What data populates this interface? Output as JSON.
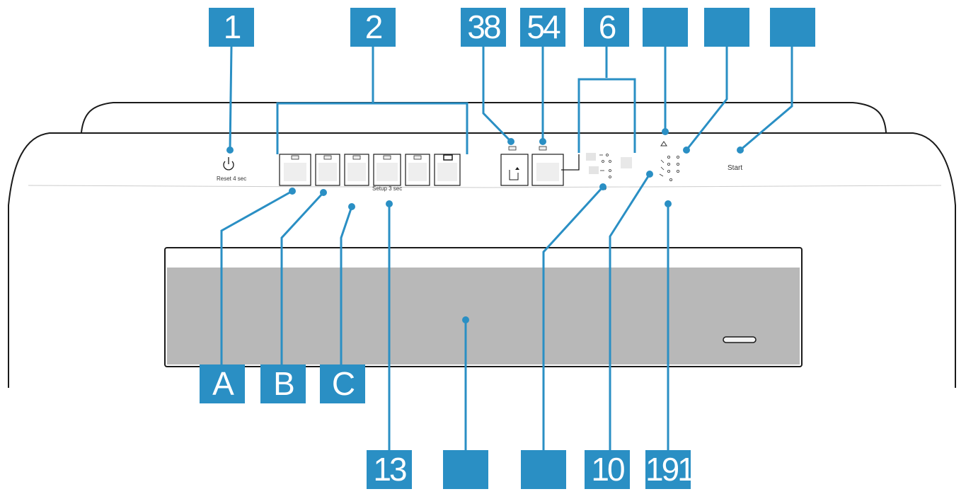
{
  "colors": {
    "callout": "#2a8fc4",
    "leader": "#2a8fc4",
    "outline": "#1a1a1a",
    "display": "#b8b8b8",
    "button": "#eeeeee",
    "body": "#ffffff"
  },
  "callouts": {
    "top": [
      "1",
      "2",
      "38",
      "54",
      "6",
      "",
      "",
      ""
    ],
    "bottom": [
      "A",
      "B",
      "C",
      "13",
      "",
      "",
      "10",
      "191"
    ]
  },
  "panel": {
    "power_label": "Reset 4 sec",
    "hold_label": "Setup 3 sec",
    "start_label": "Start"
  },
  "icons": [
    "power-icon",
    "drop-icon"
  ]
}
